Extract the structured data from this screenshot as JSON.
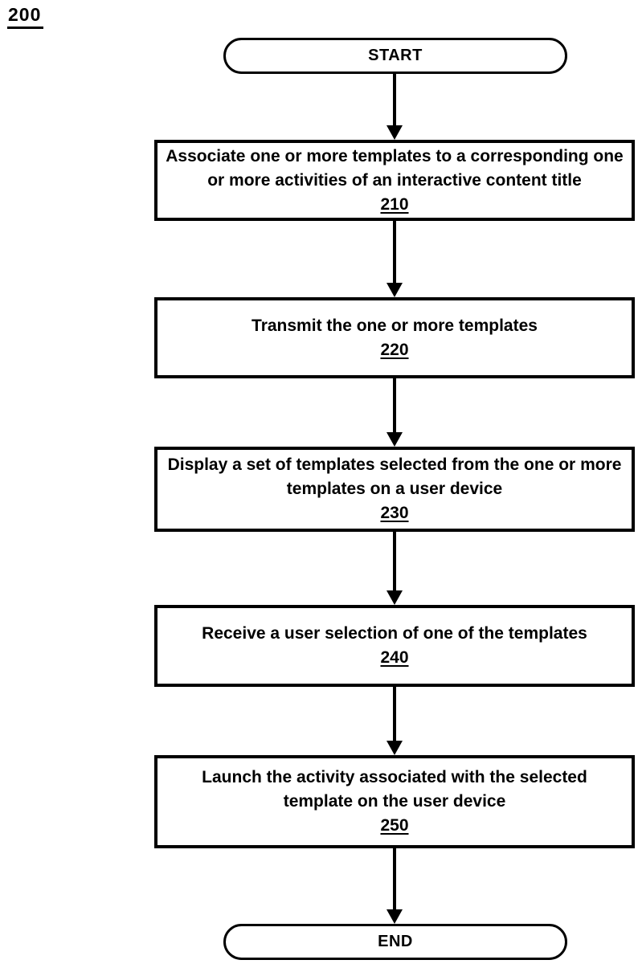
{
  "figure": {
    "label": "200",
    "start_label": "START",
    "end_label": "END",
    "colors": {
      "line": "#000000",
      "background": "#ffffff",
      "text": "#000000"
    },
    "steps": [
      {
        "text": "Associate one or more templates to a corresponding one or more activities of an interactive content title",
        "ref": "210"
      },
      {
        "text": "Transmit the one or more templates",
        "ref": "220"
      },
      {
        "text": "Display a set of templates selected from the one or more templates on a user device",
        "ref": "230"
      },
      {
        "text": "Receive a user selection of one of the templates",
        "ref": "240"
      },
      {
        "text": "Launch the activity associated with the selected template on the user device",
        "ref": "250"
      }
    ],
    "flow": [
      "START -> 210",
      "210 -> 220",
      "220 -> 230",
      "230 -> 240",
      "240 -> 250",
      "250 -> END"
    ]
  }
}
